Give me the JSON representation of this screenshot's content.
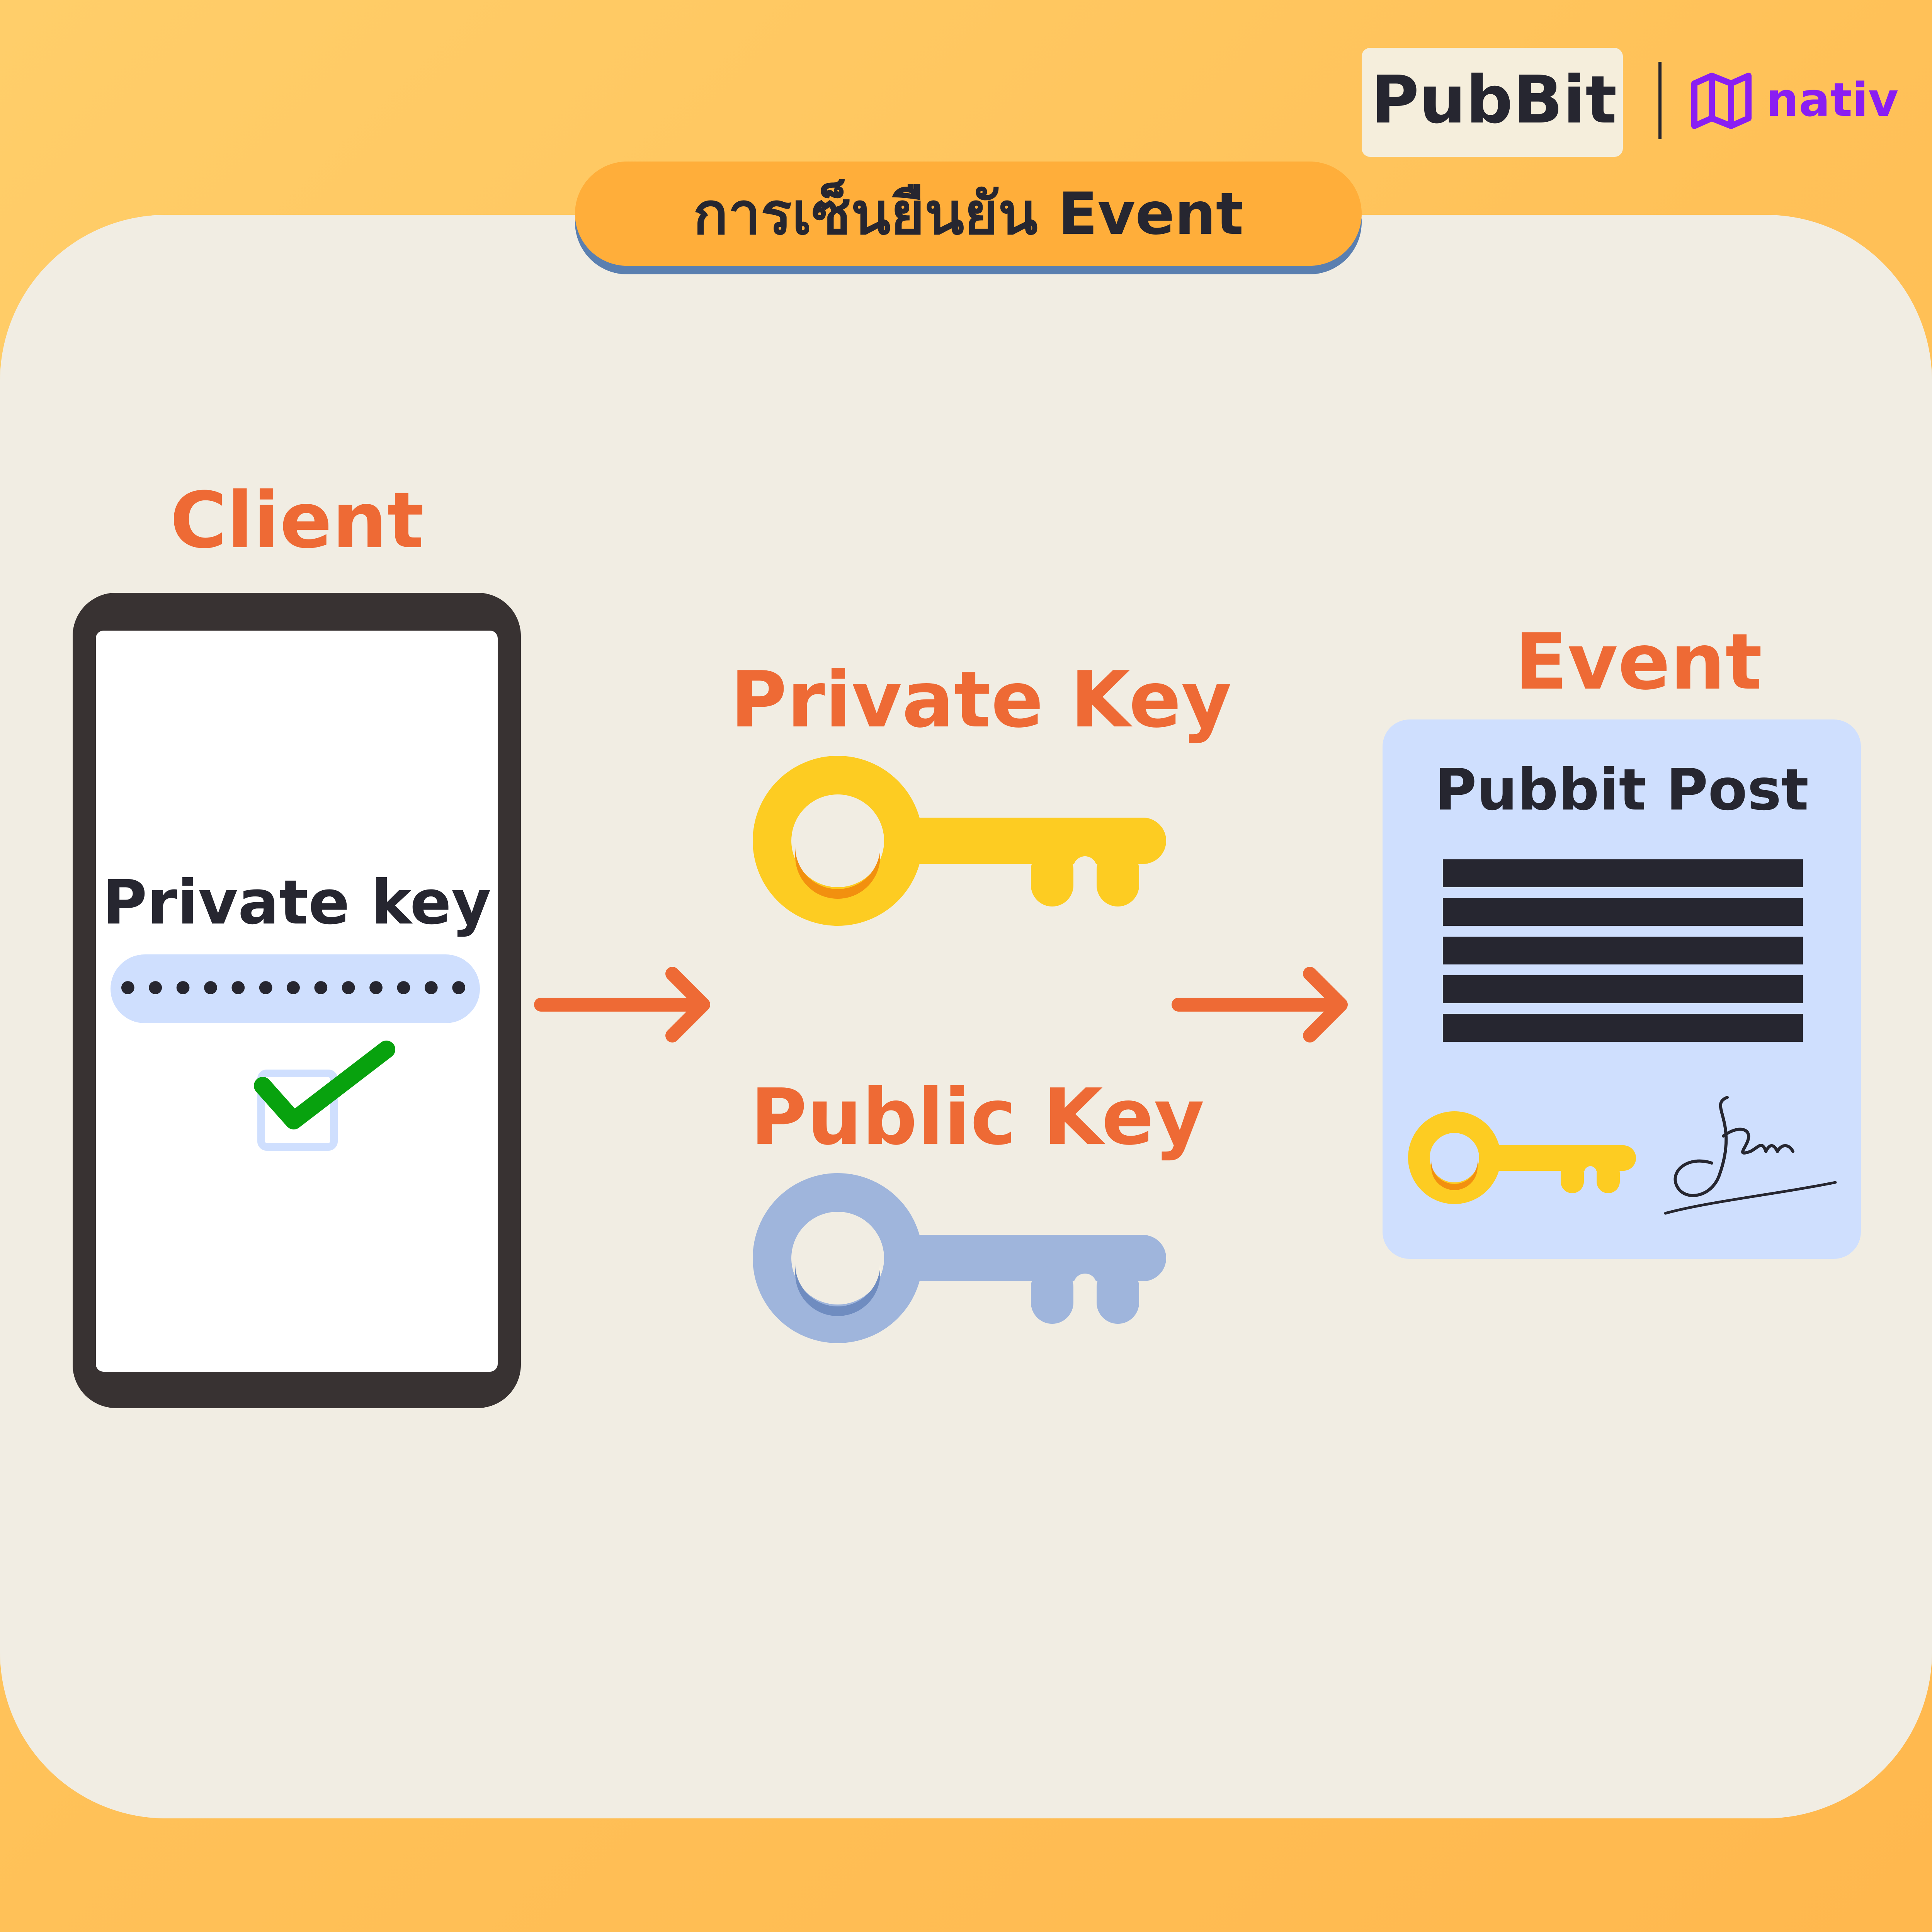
{
  "title": "การเซ็นยืนยัน Event",
  "brand": {
    "pubbit_logo": "PubBit",
    "nativ_logo": "nativ"
  },
  "client": {
    "label": "Client",
    "phone_heading": "Private key",
    "password_mask": "•••••••••••••",
    "check_icon": "checkmark-icon"
  },
  "keys": {
    "private_label": "Private Key",
    "public_label": "Public Key",
    "private_color": "#FDCC22",
    "public_color": "#9FB5DC"
  },
  "event": {
    "label": "Event",
    "card_title": "Pubbit Post",
    "signature": "Jhn"
  },
  "colors": {
    "accent_orange": "#EE6A35",
    "dark": "#262630",
    "panel": "#F1EDE3",
    "card_blue": "#CFDFFE",
    "check_green": "#08A20E"
  }
}
